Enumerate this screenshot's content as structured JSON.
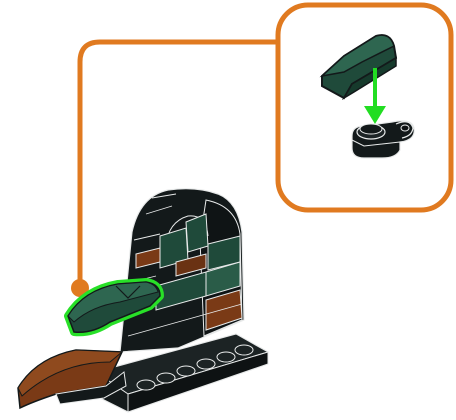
{
  "colors": {
    "background": "#ffffff",
    "callout_border": "#e07a20",
    "highlight": "#28e028",
    "arrow": "#22dd22",
    "brick_black": "#13191a",
    "brick_edge": "#e8eaea",
    "dark_green": "#1f4a3a",
    "dark_green_light": "#2e6650",
    "reddish_brown": "#7a3a16"
  },
  "callout": {
    "shape": "rounded-rectangle",
    "line": "leader-line-with-dot",
    "step_parts": [
      "dark-green-curved-slope-brick",
      "black-plate-with-clip"
    ]
  },
  "model": {
    "description_icon": "lego-arch-build-step-icon"
  }
}
